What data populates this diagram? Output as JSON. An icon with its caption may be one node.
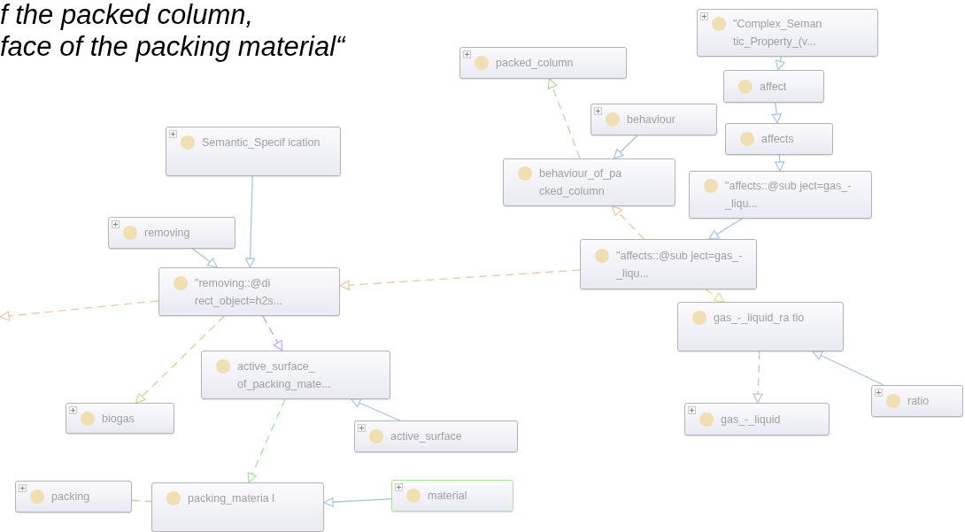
{
  "diagram": {
    "nodes": [
      {
        "text": [
          "\"Complex_Seman tic_Property_(v..."
        ]
      },
      {
        "text": [
          "packed_column"
        ]
      },
      {
        "text": [
          "behaviour"
        ]
      },
      {
        "text": [
          "affect"
        ]
      },
      {
        "text": [
          "affects"
        ]
      },
      {
        "text": [
          "behaviour_of_pa cked_column"
        ]
      },
      {
        "text": [
          "\"affects::@sub ject=gas_-_liqu..."
        ]
      },
      {
        "text": [
          "Semantic_Specif ication"
        ]
      },
      {
        "text": [
          "removing"
        ]
      },
      {
        "text": [
          "\"affects::@sub ject=gas_-_liqu..."
        ]
      },
      {
        "text": [
          "\"removing::@di rect_object=h2s..."
        ]
      },
      {
        "text": [
          "gas_-_liquid_ra tio"
        ]
      },
      {
        "text": [
          "active_surface_ of_packing_mate..."
        ]
      },
      {
        "text": [
          "biogas"
        ]
      },
      {
        "text": [
          "active_surface"
        ]
      },
      {
        "text": [
          "gas_-_liquid"
        ]
      },
      {
        "text": [
          "ratio"
        ]
      },
      {
        "text": [
          "packing"
        ]
      },
      {
        "text": [
          "packing_materia l"
        ]
      },
      {
        "text": [
          "material"
        ]
      }
    ],
    "edges": [
      {
        "from": 0,
        "to": 3,
        "arrow": "to"
      },
      {
        "from": 3,
        "to": 4,
        "arrow": "to"
      },
      {
        "from": 4,
        "to": 6,
        "arrow": "to"
      },
      {
        "from": 6,
        "to": 9,
        "arrow": "to"
      },
      {
        "from": 2,
        "to": 5,
        "arrow": "to"
      },
      {
        "from": 5,
        "to": 1,
        "arrow": "to",
        "style": "dashed",
        "color": "#a8e0a0"
      },
      {
        "from": 9,
        "to": 5,
        "arrow": "to",
        "style": "dashed",
        "color": "#f0c4a4"
      },
      {
        "from": 9,
        "to": 10,
        "arrow": "to",
        "style": "dashed",
        "color": "#f0c4a4"
      },
      {
        "from": 10,
        "to": null,
        "arrow": "to",
        "style": "dashed",
        "color": "#f0c4a4"
      },
      {
        "from": 9,
        "to": 11,
        "arrow": "to",
        "style": "dashed",
        "color": "#f0d880"
      },
      {
        "from": 11,
        "to": 15,
        "arrow": "to",
        "style": "dashed",
        "color": "#c4c4c4"
      },
      {
        "from": 16,
        "to": 11,
        "arrow": "to"
      },
      {
        "from": 7,
        "to": 10,
        "arrow": "to"
      },
      {
        "from": 8,
        "to": 10,
        "arrow": "to"
      },
      {
        "from": 10,
        "to": 13,
        "arrow": "to",
        "style": "dashed",
        "color": "#d4d49c"
      },
      {
        "from": 10,
        "to": 12,
        "arrow": "to",
        "style": "dashed",
        "color": "#cc9ff0"
      },
      {
        "from": 14,
        "to": 12,
        "arrow": "to"
      },
      {
        "from": 12,
        "to": 18,
        "arrow": "to",
        "style": "dashed",
        "color": "#a8e0a0"
      },
      {
        "from": 17,
        "to": 18,
        "arrow": "none",
        "style": "dashed",
        "color": "#a8e0a0"
      },
      {
        "from": 19,
        "to": 18,
        "arrow": "to"
      }
    ],
    "labels": [
      "f the packed column,",
      "face of the packing material“"
    ]
  }
}
